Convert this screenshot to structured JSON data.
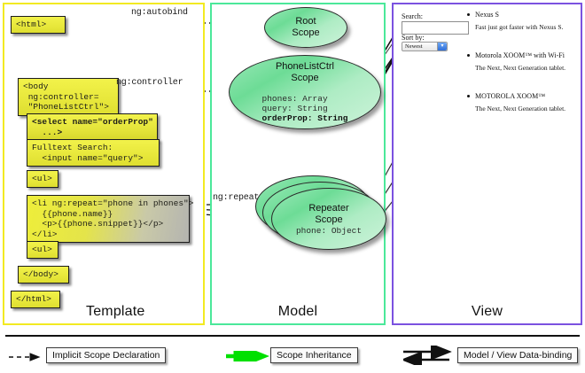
{
  "panels": {
    "template": {
      "label": "Template",
      "border_color": "#f2ea22"
    },
    "model": {
      "label": "Model",
      "border_color": "#4be89a"
    },
    "view": {
      "label": "View",
      "border_color": "#7b52e0"
    }
  },
  "template_code": [
    {
      "id": "c-html",
      "text": "<html>"
    },
    {
      "id": "c-body",
      "text": "<body\n ng:controller=\n \"PhoneListCtrl\">"
    },
    {
      "id": "c-select",
      "text": "<select name=\"orderProp\"\n  ...>"
    },
    {
      "id": "c-input",
      "text": "Fulltext Search:\n  <input name=\"query\">"
    },
    {
      "id": "c-ul1",
      "text": "<ul>"
    },
    {
      "id": "c-li",
      "text": "<li ng:repeat=\"phone in phones\">\n  {{phone.name}}\n  <p>{{phone.snippet}}</p>\n</li>"
    },
    {
      "id": "c-ul2",
      "text": "<ul>"
    },
    {
      "id": "c-bodyend",
      "text": "</body>"
    },
    {
      "id": "c-htmlend",
      "text": "</html>"
    }
  ],
  "model": {
    "root_scope": {
      "title": "Root\nScope"
    },
    "ctrl_scope": {
      "title": "PhoneListCtrl\nScope",
      "props_plain": "phones: Array\nquery: String",
      "props_bold": "orderProp: String"
    },
    "repeater_scope": {
      "title": "Repeater\nScope",
      "props_plain": "phone: Object"
    }
  },
  "connectors": {
    "autobind": "ng:autobind",
    "controller": "ng:controller",
    "repeat": "ng:repeat"
  },
  "view": {
    "search_label": "Search:",
    "search_value": "",
    "sort_label": "Sort by:",
    "sort_selected": "Newest",
    "sort_options": [
      "Newest"
    ],
    "phones": [
      {
        "name": "Nexus S",
        "snippet": "Fast just got faster with Nexus S."
      },
      {
        "name": "Motorola XOOM™ with Wi-Fi",
        "snippet": "The Next, Next Generation tablet."
      },
      {
        "name": "MOTOROLA XOOM™",
        "snippet": "The Next, Next Generation tablet."
      }
    ]
  },
  "legend": [
    {
      "label": "Implicit Scope Declaration",
      "style": "dashed-black-arrow"
    },
    {
      "label": "Scope Inheritance",
      "style": "solid-green-arrow",
      "color": "#00e000"
    },
    {
      "label": "Model / View Data-binding",
      "style": "double-black-arrow"
    }
  ]
}
